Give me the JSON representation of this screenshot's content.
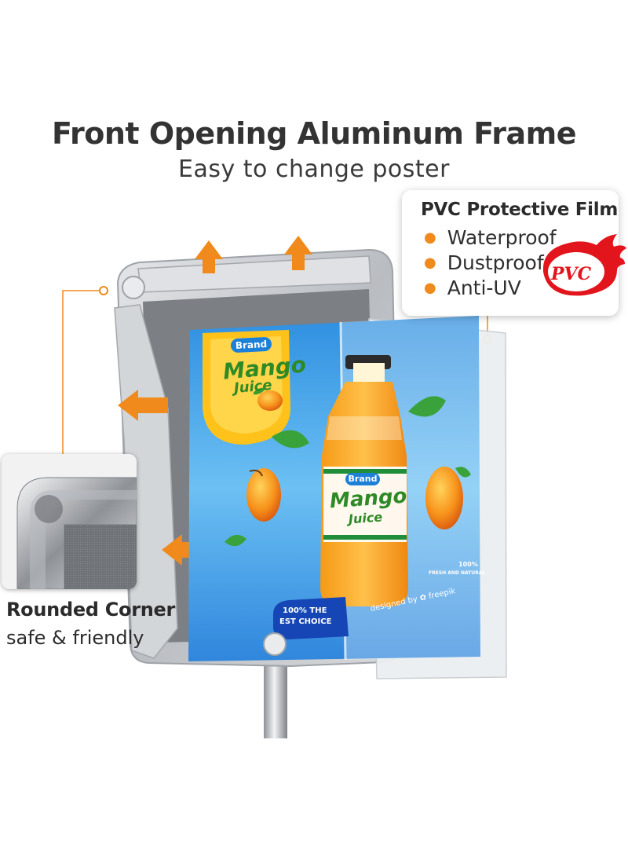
{
  "header": {
    "title": "Front Opening Aluminum Frame",
    "subtitle": "Easy to change poster"
  },
  "film_callout": {
    "title": "PVC Protective Film",
    "features": [
      "Waterproof",
      "Dustproof",
      "Anti-UV"
    ],
    "badge": "PVC"
  },
  "corner_callout": {
    "title": "Rounded Corner",
    "subtitle": "safe & friendly"
  },
  "poster": {
    "brand_top": "Brand",
    "product_top": "Mango",
    "product_sub": "Juice",
    "brand_bottle": "Brand",
    "bottle_product": "Mango",
    "bottle_sub": "Juice",
    "choice_line1": "100% THE",
    "choice_line2": "EST CHOICE",
    "fresh_line1": "100%",
    "fresh_line2": "FRESH AND NATURAL",
    "credit": "designed by ✿ freepik"
  },
  "colors": {
    "accent_orange": "#f08a1c",
    "badge_red": "#e2141c",
    "poster_blue": "#3b9be6",
    "frame_silver": "#c9ccd0"
  }
}
